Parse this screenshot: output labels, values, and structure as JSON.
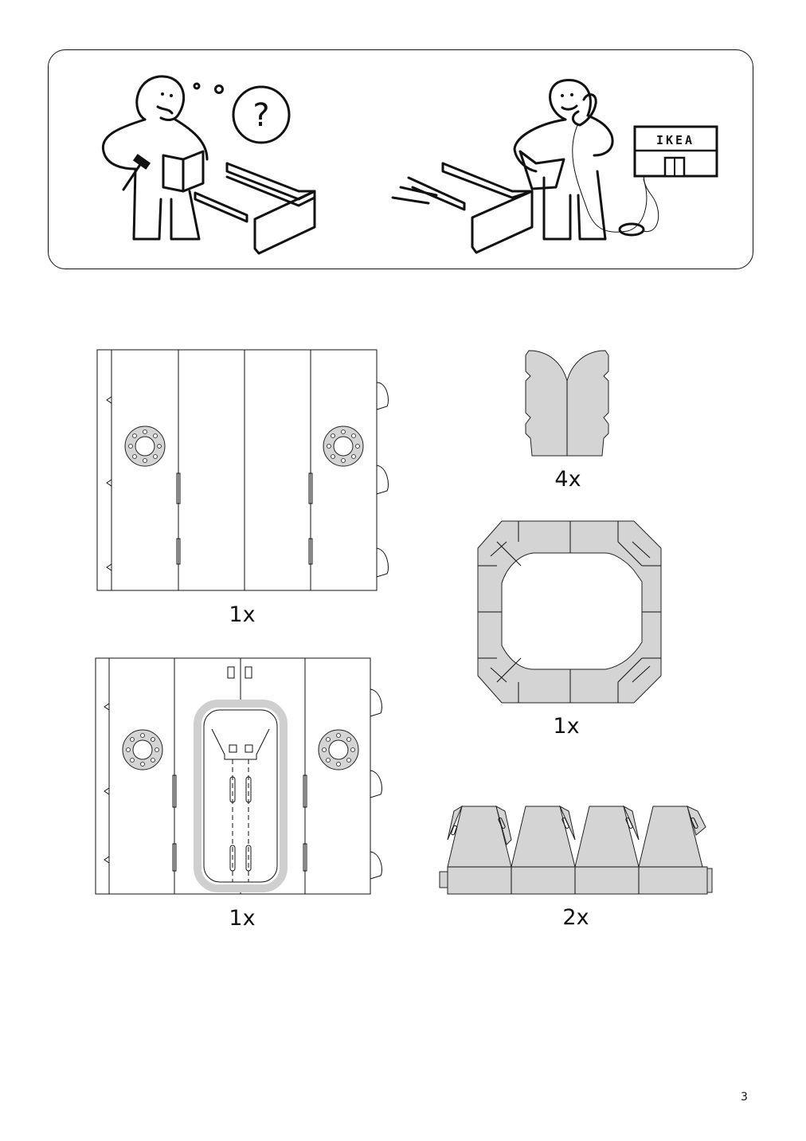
{
  "help_panel": {
    "store_sign": "IKEA",
    "question_mark": "?"
  },
  "parts": {
    "panel_a_qty": "1x",
    "clip_qty": "4x",
    "frame_qty": "1x",
    "panel_b_qty": "1x",
    "strip_qty": "2x"
  },
  "footer": {
    "page_number": "3"
  }
}
